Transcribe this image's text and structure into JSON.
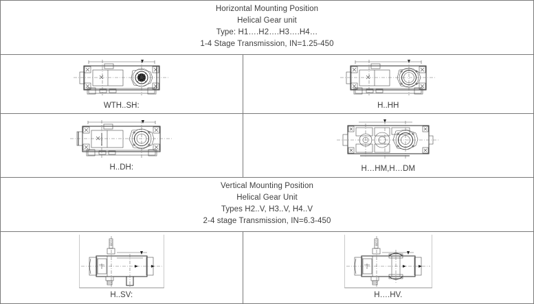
{
  "sections": [
    {
      "id": "horizontal",
      "header_lines": [
        "Horizontal Mounting Position",
        "Helical Gear unit",
        "Type: H1….H2….H3….H4…",
        "1-4 Stage Transmission, IN=1.25-450"
      ],
      "rows": [
        {
          "left_caption": "WTH..SH:",
          "right_caption": "H..HH"
        },
        {
          "left_caption": "H..DH:",
          "right_caption": "H…HM,H…DM"
        }
      ]
    },
    {
      "id": "vertical",
      "header_lines": [
        "Vertical Mounting Position",
        "Helical Gear Unit",
        "Types H2..V, H3..V, H4..V",
        "2-4 stage Transmission, IN=6.3-450"
      ],
      "rows": [
        {
          "left_caption": "H..SV:",
          "right_caption": "H….HV."
        }
      ]
    }
  ],
  "figures": {
    "wth_sh": "gear-unit-wth-sh-drawing",
    "h_hh": "gear-unit-h-hh-drawing",
    "h_dh": "gear-unit-h-dh-drawing",
    "h_hm_dm": "gear-unit-h-hm-h-dm-drawing",
    "h_sv": "gear-unit-h-sv-drawing",
    "h_hv": "gear-unit-h-hv-drawing"
  },
  "colors": {
    "border": "#787878",
    "text": "#3d3d3d",
    "line": "#2b2b2b",
    "background": "#ffffff"
  }
}
